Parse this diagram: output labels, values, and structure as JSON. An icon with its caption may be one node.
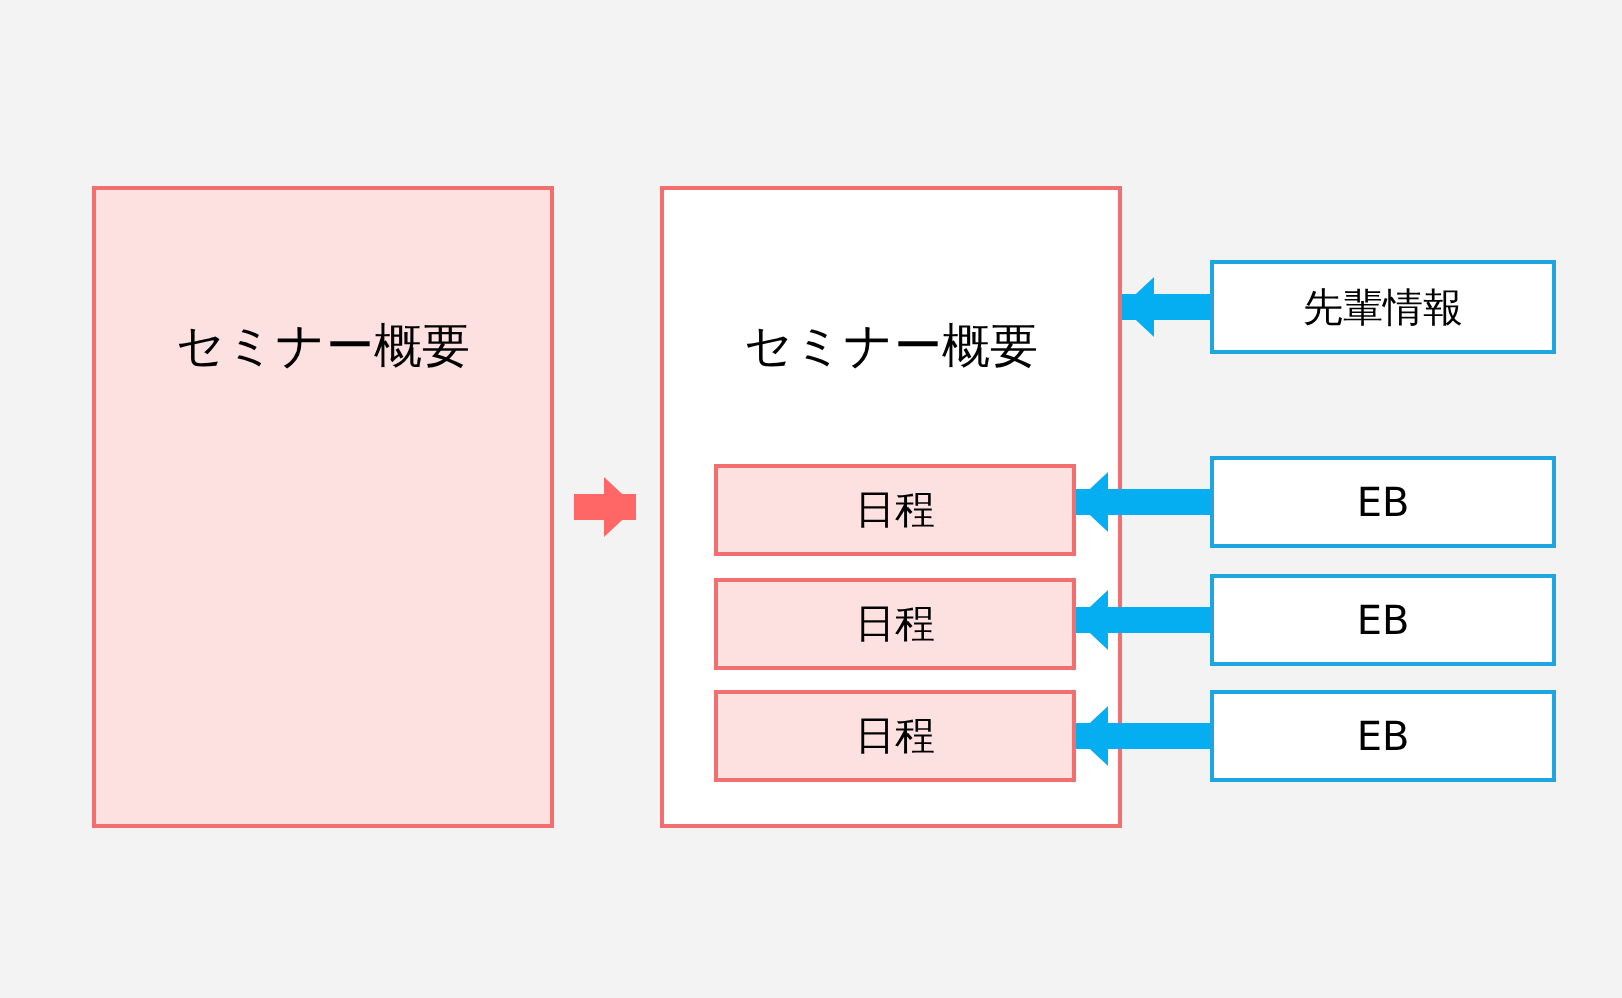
{
  "diagram": {
    "nodes": [
      {
        "text": [
          "セミナー概要"
        ]
      },
      {
        "text": [
          "セミナー概要"
        ]
      },
      {
        "text": [
          "日程"
        ],
        "in": 1
      },
      {
        "text": [
          "日程"
        ],
        "in": 1
      },
      {
        "text": [
          "日程"
        ],
        "in": 1
      },
      {
        "text": [
          "先輩情報"
        ]
      },
      {
        "text": [
          "EB"
        ]
      },
      {
        "text": [
          "EB"
        ]
      },
      {
        "text": [
          "EB"
        ]
      }
    ],
    "edges": [
      {
        "from": 0,
        "to": 1,
        "arrow": "to",
        "color": "#ff6666"
      },
      {
        "from": 5,
        "to": 1,
        "arrow": "to"
      },
      {
        "from": 6,
        "to": 2,
        "arrow": "to"
      },
      {
        "from": 7,
        "to": 3,
        "arrow": "to"
      },
      {
        "from": 8,
        "to": 4,
        "arrow": "to"
      }
    ]
  }
}
